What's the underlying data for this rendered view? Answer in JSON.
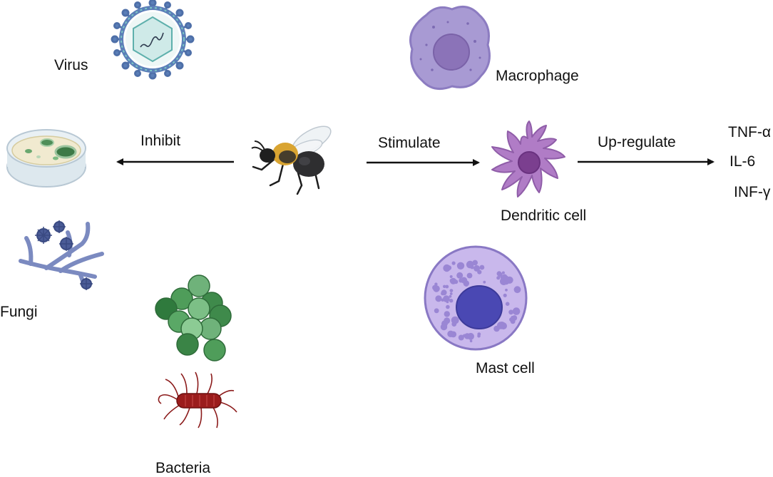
{
  "labels": {
    "virus": "Virus",
    "macrophage": "Macrophage",
    "inhibit": "Inhibit",
    "stimulate": "Stimulate",
    "up_regulate": "Up-regulate",
    "dendritic_cell": "Dendritic cell",
    "fungi": "Fungi",
    "mast_cell": "Mast cell",
    "bacteria": "Bacteria"
  },
  "cytokines": [
    "TNF-α",
    "IL-6",
    "INF-γ"
  ],
  "icons": {
    "virus": "virus-icon",
    "macrophage": "macrophage-icon",
    "bee": "bee-icon",
    "petri_dish": "petri-dish-icon",
    "fungal_hyphae": "fungal-hyphae-icon",
    "cocci": "bacteria-cluster-icon",
    "bacillus": "bacillus-icon",
    "dendritic": "dendritic-cell-icon",
    "mast": "mast-cell-icon"
  },
  "colors": {
    "arrow": "#111111",
    "virus_blue": "#5b7fb8",
    "virus_teal": "#7cc6c4",
    "macrophage": "#a89ad3",
    "dendritic": "#b07cc6",
    "mast_body": "#c9b8ec",
    "mast_nucleus": "#4a48b3",
    "bacteria_green": "#4f9d5a",
    "bacillus_red": "#9b1c1c",
    "fungi_blue": "#7b8ac0"
  }
}
